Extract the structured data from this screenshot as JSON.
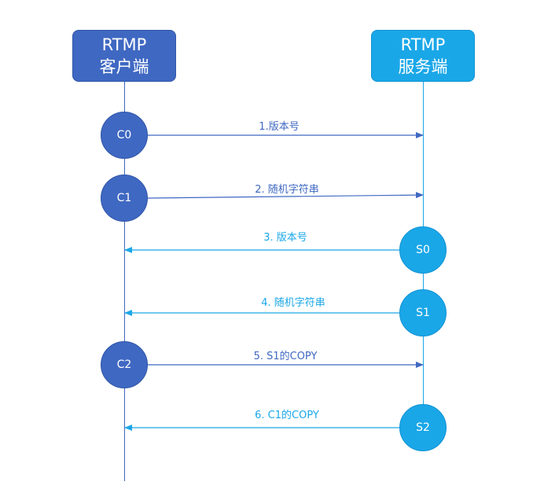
{
  "actors": {
    "client": {
      "line1": "RTMP",
      "line2": "客户端"
    },
    "server": {
      "line1": "RTMP",
      "line2": "服务端"
    }
  },
  "nodes": {
    "c0": "C0",
    "c1": "C1",
    "c2": "C2",
    "s0": "S0",
    "s1": "S1",
    "s2": "S2"
  },
  "messages": {
    "m1": "1.版本号",
    "m2": "2. 随机字符串",
    "m3": "3. 版本号",
    "m4": "4. 随机字符串",
    "m5": "5. S1的COPY",
    "m6": "6. C1的COPY"
  },
  "colors": {
    "client": "#3f68c2",
    "server": "#1aa7e8"
  }
}
